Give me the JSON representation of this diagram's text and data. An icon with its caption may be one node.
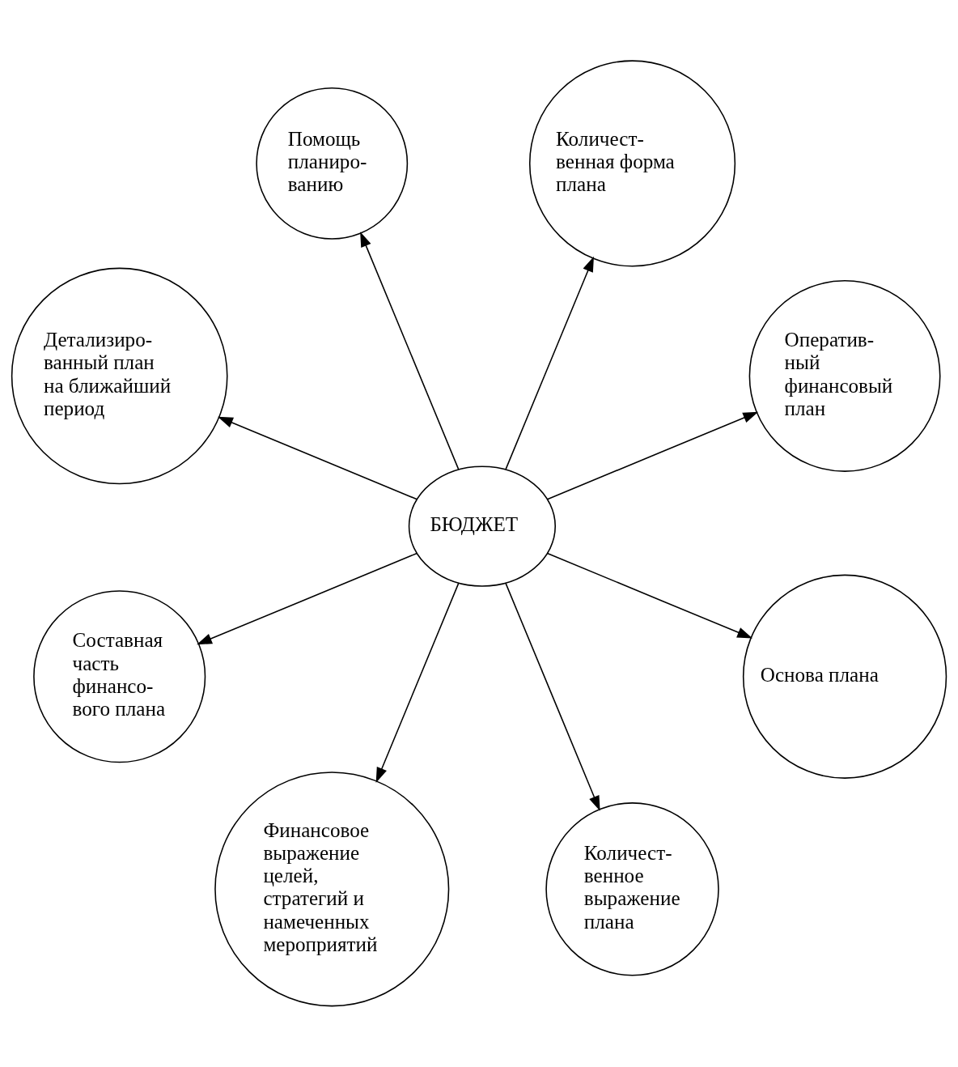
{
  "diagram": {
    "nodes": [
      {
        "text": [
          "Оператив- ный финансовый план"
        ]
      },
      {
        "text": [
          "Количест- венная форма плана"
        ]
      },
      {
        "text": [
          "Помощь планиро- ванию"
        ]
      },
      {
        "text": [
          "Детализиро- ванный план на ближайший период"
        ]
      },
      {
        "text": [
          "Составная часть финансо- вого плана"
        ]
      },
      {
        "text": [
          "БЮДЖЕТ"
        ]
      },
      {
        "text": [
          "Финансовое выражение целей, стратегий и намеченных мероприятий"
        ]
      },
      {
        "text": [
          "Количест- венное выражение плана"
        ]
      },
      {
        "text": [
          "Основа плана"
        ]
      }
    ],
    "edges": [
      {
        "from": 5,
        "to": 0,
        "arrow": "to"
      },
      {
        "from": 5,
        "to": 1,
        "arrow": "to"
      },
      {
        "from": 5,
        "to": 2,
        "arrow": "to"
      },
      {
        "from": 5,
        "to": 3,
        "arrow": "to"
      },
      {
        "from": 5,
        "to": 4,
        "arrow": "to"
      },
      {
        "from": 5,
        "to": 6,
        "arrow": "to"
      },
      {
        "from": 5,
        "to": 7,
        "arrow": "to"
      },
      {
        "from": 5,
        "to": 8,
        "arrow": "to"
      }
    ]
  }
}
